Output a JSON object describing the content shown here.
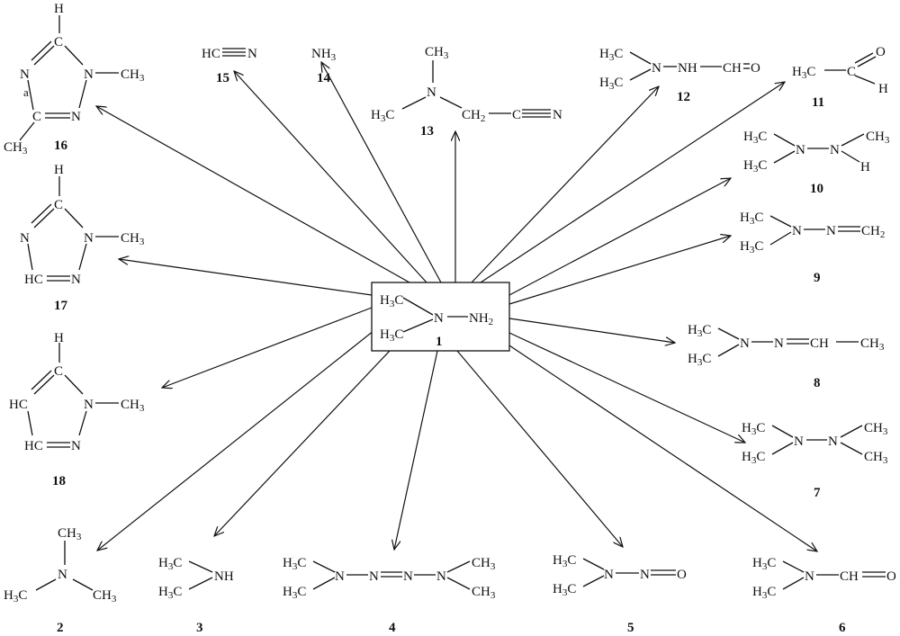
{
  "center": {
    "number": "1",
    "labels": {
      "h3c_top": "H3C",
      "h3c_bot": "H3C",
      "n1": "N",
      "nh2": "NH2"
    }
  },
  "compounds": {
    "c2": {
      "number": "2",
      "labels": [
        "CH3",
        "N",
        "H3C",
        "CH3"
      ]
    },
    "c3": {
      "number": "3",
      "labels": [
        "H3C",
        "H3C",
        "NH"
      ]
    },
    "c4": {
      "number": "4",
      "labels": [
        "H3C",
        "H3C",
        "N",
        "N",
        "N",
        "N",
        "CH3",
        "CH3"
      ]
    },
    "c5": {
      "number": "5",
      "labels": [
        "H3C",
        "H3C",
        "N",
        "N",
        "O"
      ]
    },
    "c6": {
      "number": "6",
      "labels": [
        "H3C",
        "H3C",
        "N",
        "CH",
        "O"
      ]
    },
    "c7": {
      "number": "7",
      "labels": [
        "H3C",
        "H3C",
        "N",
        "N",
        "CH3",
        "CH3"
      ]
    },
    "c8": {
      "number": "8",
      "labels": [
        "H3C",
        "H3C",
        "N",
        "N",
        "CH",
        "CH3"
      ]
    },
    "c9": {
      "number": "9",
      "labels": [
        "H3C",
        "H3C",
        "N",
        "N",
        "CH2"
      ]
    },
    "c10": {
      "number": "10",
      "labels": [
        "H3C",
        "H3C",
        "N",
        "N",
        "CH3",
        "H"
      ]
    },
    "c11": {
      "number": "11",
      "labels": [
        "H3C",
        "C",
        "O",
        "H"
      ]
    },
    "c12": {
      "number": "12",
      "labels": [
        "H3C",
        "H3C",
        "N",
        "NH",
        "CH",
        "O"
      ]
    },
    "c13": {
      "number": "13",
      "labels": [
        "CH3",
        "N",
        "H3C",
        "CH2",
        "C",
        "N"
      ]
    },
    "c14": {
      "number": "14",
      "labels": [
        "NH3"
      ]
    },
    "c15": {
      "number": "15",
      "labels": [
        "HC",
        "N"
      ]
    },
    "c16": {
      "number": "16",
      "labels": [
        "H",
        "C",
        "N",
        "CH3",
        "N",
        "a",
        "C",
        "N",
        "CH3"
      ]
    },
    "c17": {
      "number": "17",
      "labels": [
        "H",
        "C",
        "N",
        "CH3",
        "N",
        "HC",
        "N"
      ]
    },
    "c18": {
      "number": "18",
      "labels": [
        "H",
        "C",
        "N",
        "CH3",
        "HC",
        "HC",
        "N"
      ]
    }
  }
}
